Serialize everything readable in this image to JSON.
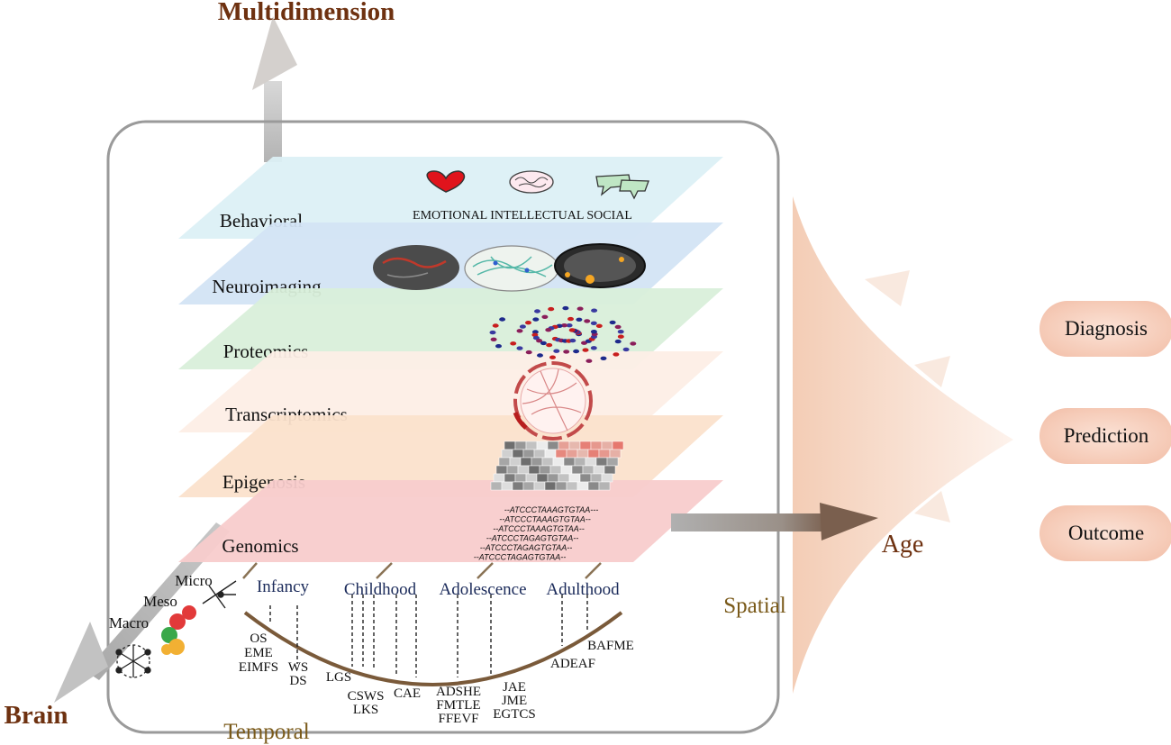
{
  "axes": {
    "multidimension": "Multidimension",
    "brain": "Brain",
    "age": "Age",
    "spatial": "Spatial",
    "temporal": "Temporal"
  },
  "scales": {
    "micro": "Micro",
    "meso": "Meso",
    "macro": "Macro"
  },
  "layers": [
    {
      "label": "Behavioral",
      "color": "#dcf0f6"
    },
    {
      "label": "Neuroimaging",
      "color": "#d3e4f4"
    },
    {
      "label": "Proteomics",
      "color": "#d9efda"
    },
    {
      "label": "Transcriptomics",
      "color": "#fdeee6"
    },
    {
      "label": "Epigenosis",
      "color": "#fbe2cc"
    },
    {
      "label": "Genomics",
      "color": "#f8cccc"
    }
  ],
  "behavioral_caption": "EMOTIONAL INTELLECTUAL SOCIAL",
  "dna_lines": [
    "--ATCCCTAAAGTGTAA---",
    "--ATCCCTAAAGTGTAA--",
    "--ATCCCTAAAGTGTAA--",
    "--ATCCCTAGAGTGTAA--",
    "--ATCCCTAGAGTGTAA--",
    "--ATCCCTAGAGTGTAA--"
  ],
  "life_stages": [
    "Infancy",
    "Childhood",
    "Adolescence",
    "Adulthood"
  ],
  "syndromes": {
    "os": "OS",
    "eme": "EME",
    "eimfs": "EIMFS",
    "ws": "WS",
    "ds": "DS",
    "lgs": "LGS",
    "csws": "CSWS",
    "lks": "LKS",
    "cae": "CAE",
    "adshe": "ADSHE",
    "fmtle": "FMTLE",
    "ffevf": "FFEVF",
    "jae": "JAE",
    "jme": "JME",
    "egtcs": "EGTCS",
    "adeaf": "ADEAF",
    "bafme": "BAFME"
  },
  "outcomes": [
    "Diagnosis",
    "Prediction",
    "Outcome"
  ]
}
